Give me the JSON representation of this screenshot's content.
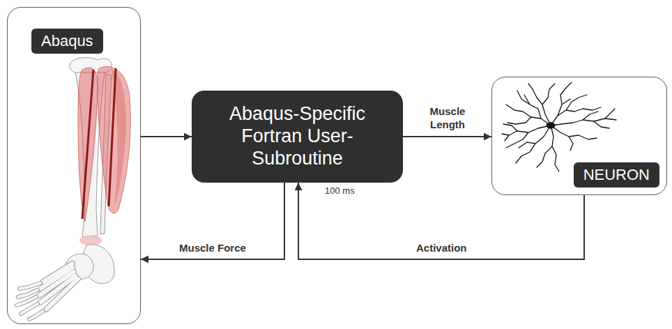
{
  "diagram": {
    "nodes": [
      {
        "text": [
          "Abaqus"
        ]
      },
      {
        "text": [
          "Abaqus-Specific Fortran User-Subroutine"
        ]
      },
      {
        "text": [
          "NEURON"
        ]
      }
    ],
    "edges": [
      {
        "from": 0,
        "to": 1,
        "arrow": "to"
      },
      {
        "from": 1,
        "to": 2,
        "label": "Muscle Length",
        "arrow": "to"
      },
      {
        "from": 1,
        "to": 0,
        "label": "Muscle Force",
        "arrow": "to"
      },
      {
        "from": 2,
        "to": 1,
        "label": "Activation",
        "arrow": "to"
      }
    ],
    "labels": [
      "100 ms"
    ]
  }
}
